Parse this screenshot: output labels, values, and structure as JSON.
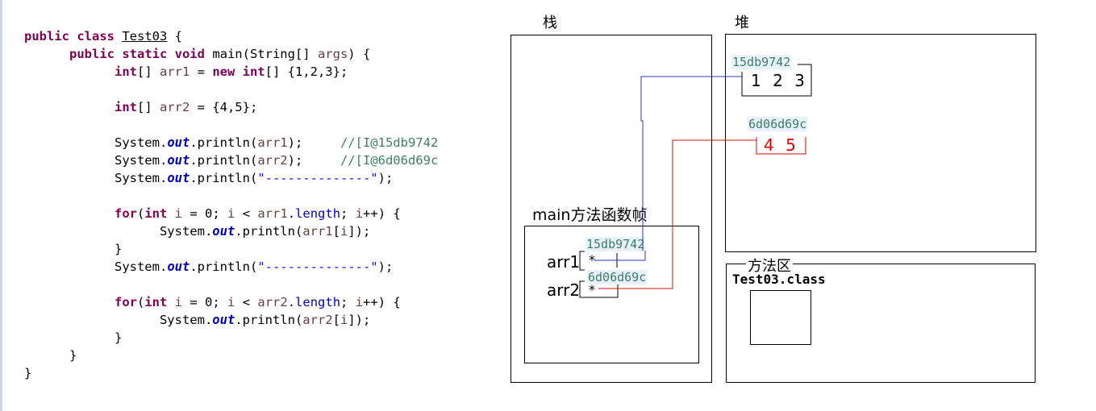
{
  "code": {
    "lines": [
      [
        {
          "t": "public class ",
          "c": "kw"
        },
        {
          "t": "Test03",
          "c": "cls"
        },
        {
          "t": " {",
          "c": ""
        }
      ],
      [
        {
          "t": "      ",
          "c": ""
        },
        {
          "t": "public static void ",
          "c": "kw"
        },
        {
          "t": "main(String[] ",
          "c": ""
        },
        {
          "t": "args",
          "c": "var"
        },
        {
          "t": ") {",
          "c": ""
        }
      ],
      [
        {
          "t": "            ",
          "c": ""
        },
        {
          "t": "int",
          "c": "kw"
        },
        {
          "t": "[] ",
          "c": ""
        },
        {
          "t": "arr1",
          "c": "var"
        },
        {
          "t": " = ",
          "c": ""
        },
        {
          "t": "new int",
          "c": "kw"
        },
        {
          "t": "[] {1,2,3};",
          "c": ""
        }
      ],
      [],
      [
        {
          "t": "            ",
          "c": ""
        },
        {
          "t": "int",
          "c": "kw"
        },
        {
          "t": "[] ",
          "c": ""
        },
        {
          "t": "arr2",
          "c": "var"
        },
        {
          "t": " = {4,5};",
          "c": ""
        }
      ],
      [],
      [
        {
          "t": "            System.",
          "c": ""
        },
        {
          "t": "out",
          "c": "sfld"
        },
        {
          "t": ".println(",
          "c": ""
        },
        {
          "t": "arr1",
          "c": "var"
        },
        {
          "t": ");     ",
          "c": ""
        },
        {
          "t": "//[I@15db9742",
          "c": "cmt"
        }
      ],
      [
        {
          "t": "            System.",
          "c": ""
        },
        {
          "t": "out",
          "c": "sfld"
        },
        {
          "t": ".println(",
          "c": ""
        },
        {
          "t": "arr2",
          "c": "var"
        },
        {
          "t": ");     ",
          "c": ""
        },
        {
          "t": "//[I@6d06d69c",
          "c": "cmt"
        }
      ],
      [
        {
          "t": "            System.",
          "c": ""
        },
        {
          "t": "out",
          "c": "sfld"
        },
        {
          "t": ".println(",
          "c": ""
        },
        {
          "t": "\"--------------\"",
          "c": "str"
        },
        {
          "t": ");",
          "c": ""
        }
      ],
      [],
      [
        {
          "t": "            ",
          "c": ""
        },
        {
          "t": "for",
          "c": "kw"
        },
        {
          "t": "(",
          "c": ""
        },
        {
          "t": "int",
          "c": "kw"
        },
        {
          "t": " ",
          "c": ""
        },
        {
          "t": "i",
          "c": "var"
        },
        {
          "t": " = 0; ",
          "c": ""
        },
        {
          "t": "i",
          "c": "var"
        },
        {
          "t": " < ",
          "c": ""
        },
        {
          "t": "arr1",
          "c": "var"
        },
        {
          "t": ".",
          "c": ""
        },
        {
          "t": "length",
          "c": "fld"
        },
        {
          "t": "; ",
          "c": ""
        },
        {
          "t": "i",
          "c": "var"
        },
        {
          "t": "++) {",
          "c": ""
        }
      ],
      [
        {
          "t": "                  System.",
          "c": ""
        },
        {
          "t": "out",
          "c": "sfld"
        },
        {
          "t": ".println(",
          "c": ""
        },
        {
          "t": "arr1",
          "c": "var"
        },
        {
          "t": "[",
          "c": ""
        },
        {
          "t": "i",
          "c": "var"
        },
        {
          "t": "]);",
          "c": ""
        }
      ],
      [
        {
          "t": "            }",
          "c": ""
        }
      ],
      [
        {
          "t": "            System.",
          "c": ""
        },
        {
          "t": "out",
          "c": "sfld"
        },
        {
          "t": ".println(",
          "c": ""
        },
        {
          "t": "\"--------------\"",
          "c": "str"
        },
        {
          "t": ");",
          "c": ""
        }
      ],
      [],
      [
        {
          "t": "            ",
          "c": ""
        },
        {
          "t": "for",
          "c": "kw"
        },
        {
          "t": "(",
          "c": ""
        },
        {
          "t": "int",
          "c": "kw"
        },
        {
          "t": " ",
          "c": ""
        },
        {
          "t": "i",
          "c": "var"
        },
        {
          "t": " = 0; ",
          "c": ""
        },
        {
          "t": "i",
          "c": "var"
        },
        {
          "t": " < ",
          "c": ""
        },
        {
          "t": "arr2",
          "c": "var"
        },
        {
          "t": ".",
          "c": ""
        },
        {
          "t": "length",
          "c": "fld"
        },
        {
          "t": "; ",
          "c": ""
        },
        {
          "t": "i",
          "c": "var"
        },
        {
          "t": "++) {",
          "c": ""
        }
      ],
      [
        {
          "t": "                  System.",
          "c": ""
        },
        {
          "t": "out",
          "c": "sfld"
        },
        {
          "t": ".println(",
          "c": ""
        },
        {
          "t": "arr2",
          "c": "var"
        },
        {
          "t": "[",
          "c": ""
        },
        {
          "t": "i",
          "c": "var"
        },
        {
          "t": "]);",
          "c": ""
        }
      ],
      [
        {
          "t": "            }",
          "c": ""
        }
      ],
      [
        {
          "t": "      }",
          "c": ""
        }
      ],
      [
        {
          "t": "}",
          "c": ""
        }
      ]
    ]
  },
  "diagram": {
    "stack_label": "栈",
    "heap_label": "堆",
    "method_area_label": "方法区",
    "frame_label": "main方法函数帧",
    "class_label": "Test03.class",
    "arr1": {
      "name": "arr1",
      "address": "15db9742",
      "values": "1 2 3",
      "ref": "*",
      "color": "#0000ff"
    },
    "arr2": {
      "name": "arr2",
      "address": "6d06d69c",
      "values": "4 5",
      "ref": "*",
      "color": "#e00000"
    }
  }
}
